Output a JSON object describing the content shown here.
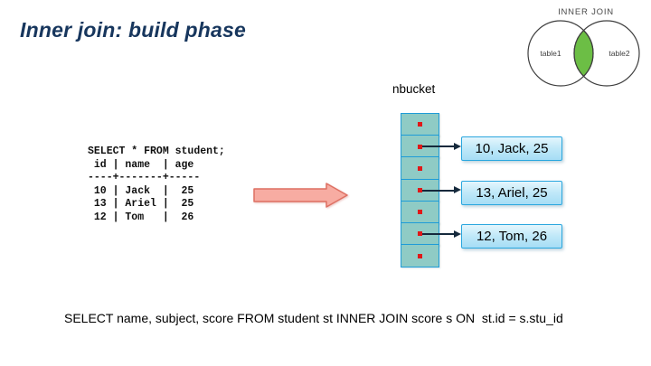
{
  "title": "Inner join: build phase",
  "venn": {
    "heading": "INNER JOIN",
    "left_label": "table1",
    "right_label": "table2",
    "intersection_color": "#6CBE45"
  },
  "student_table": {
    "text": "SELECT * FROM student;\n id | name  | age\n----+-------+-----\n 10 | Jack  |  25\n 13 | Ariel |  25\n 12 | Tom   |  26"
  },
  "hash_table": {
    "label": "nbucket",
    "cell_count": 7,
    "linked_cell_indexes": [
      1,
      3,
      5
    ],
    "cell_fill": "#8FCBC5",
    "cell_border": "#1F9CD8",
    "dot_color": "#E01818"
  },
  "records": [
    {
      "label": "10, Jack, 25"
    },
    {
      "label": "13, Ariel, 25"
    },
    {
      "label": "12, Tom, 26"
    }
  ],
  "bottom_query": "SELECT name, subject, score FROM student st INNER JOIN score s ON  st.id = s.stu_id",
  "colors": {
    "title": "#17365D",
    "record_box_border": "#2AA7DF",
    "flow_arrow_fill": "#F7ACA2",
    "flow_arrow_border": "#DE7063",
    "connector": "#15293C"
  }
}
